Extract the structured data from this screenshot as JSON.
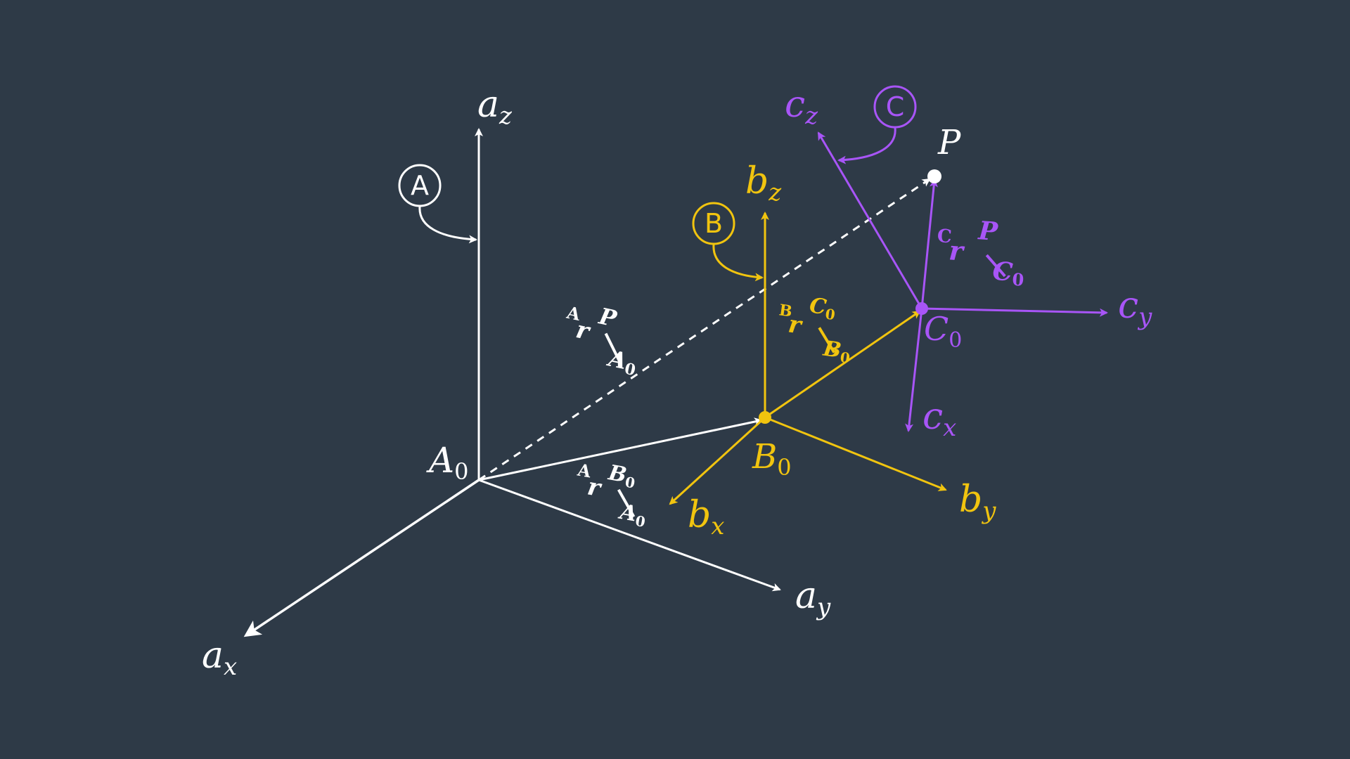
{
  "colors": {
    "background": "#2e3a47",
    "frame_a": "#ffffff",
    "frame_b": "#f1c40f",
    "frame_c": "#a855f7"
  },
  "frame_a": {
    "badge": "A",
    "origin": {
      "base": "A",
      "sub": "0"
    },
    "axes": {
      "x": {
        "base": "a",
        "sub": "x"
      },
      "y": {
        "base": "a",
        "sub": "y"
      },
      "z": {
        "base": "a",
        "sub": "z"
      }
    }
  },
  "frame_b": {
    "badge": "B",
    "origin": {
      "base": "B",
      "sub": "0"
    },
    "axes": {
      "x": {
        "base": "b",
        "sub": "x"
      },
      "y": {
        "base": "b",
        "sub": "y"
      },
      "z": {
        "base": "b",
        "sub": "z"
      }
    }
  },
  "frame_c": {
    "badge": "C",
    "origin": {
      "base": "C",
      "sub": "0"
    },
    "axes": {
      "x": {
        "base": "c",
        "sub": "x"
      },
      "y": {
        "base": "c",
        "sub": "y"
      },
      "z": {
        "base": "c",
        "sub": "z"
      }
    }
  },
  "point_p": {
    "label": "P"
  },
  "vectors": {
    "a_r_b0_a0": {
      "pre": "A",
      "r": "r",
      "top": "B",
      "top_sub": "0",
      "bot": "A",
      "bot_sub": "0"
    },
    "a_r_p_a0": {
      "pre": "A",
      "r": "r",
      "top": "P",
      "top_sub": "",
      "bot": "A",
      "bot_sub": "0"
    },
    "b_r_c0_b0": {
      "pre": "B",
      "r": "r",
      "top": "C",
      "top_sub": "0",
      "bot": "B",
      "bot_sub": "0"
    },
    "c_r_p_c0": {
      "pre": "C",
      "r": "r",
      "top": "P",
      "top_sub": "",
      "bot": "C",
      "bot_sub": "0"
    }
  }
}
